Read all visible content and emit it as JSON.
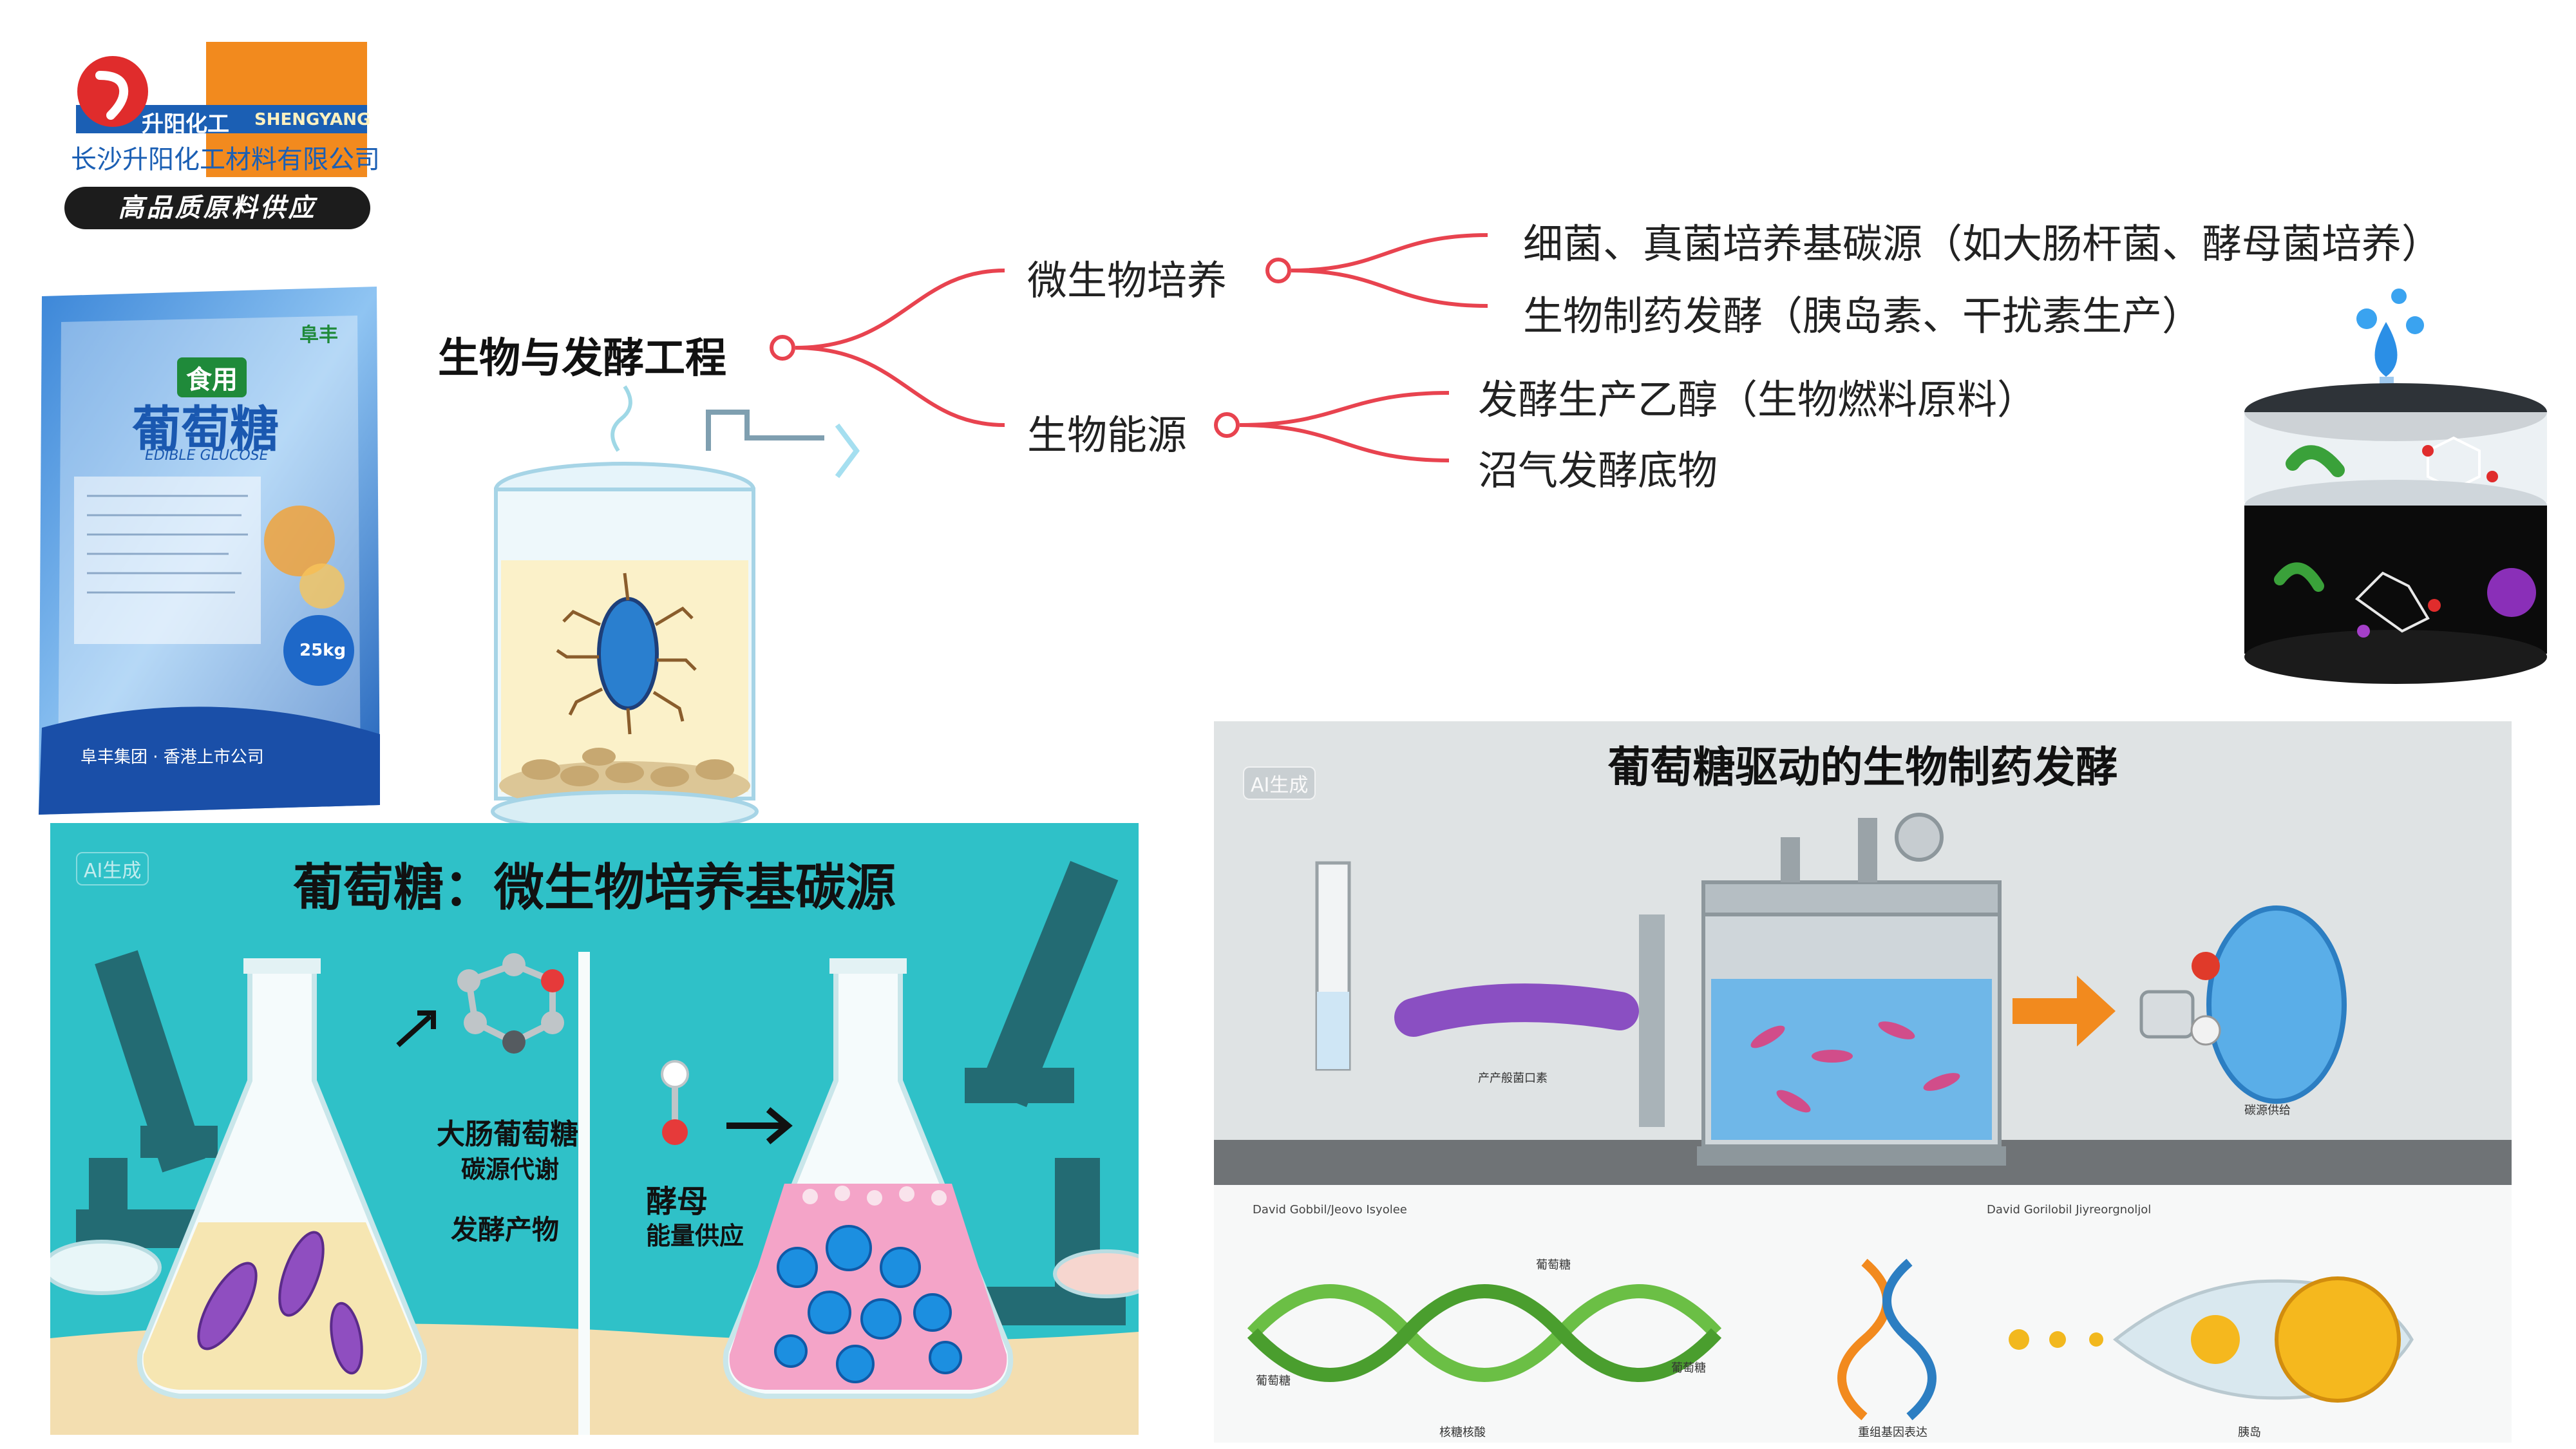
{
  "logo": {
    "brand_cn": "升阳化工",
    "brand_en": "SHENGYANG",
    "company": "长沙升阳化工材料有限公司",
    "slogan": "高品质原料供应"
  },
  "mindmap": {
    "root": "生物与发酵工程",
    "branches": [
      {
        "label": "微生物培养",
        "children": [
          "细菌、真菌培养基碳源（如大肠杆菌、酵母菌培养）",
          "生物制药发酵（胰岛素、干扰素生产）"
        ]
      },
      {
        "label": "生物能源",
        "children": [
          "发酵生产乙醇（生物燃料原料）",
          "沼气发酵底物"
        ]
      }
    ]
  },
  "package": {
    "tag": "食用",
    "name": "葡萄糖",
    "english": "EDIBLE GLUCOSE",
    "brand": "阜丰",
    "weight": "25kg",
    "footer": "阜丰集团 · 香港上市公司"
  },
  "panel_culture": {
    "title": "葡萄糖：微生物培养基碳源",
    "badge": "AI生成",
    "ecoli_name": "大肠葡萄糖",
    "ecoli_desc": "碳源代谢",
    "ecoli_product": "发酵产物",
    "yeast_name": "酵母",
    "yeast_desc": "能量供应"
  },
  "panel_pharma": {
    "title": "葡萄糖驱动的生物制药发酵",
    "badge": "AI生成",
    "bacteria_caption": "产产般菌口素",
    "output_caption": "碳源供给",
    "credit_left": "David Gobbil/Jeovo Isyolee",
    "credit_right": "David Gorilobil Jiyreorgnoljol",
    "dna_label_top": "葡萄糖",
    "dna_label_left": "葡萄糖",
    "dna_label_right": "葡萄糖",
    "dna_label_bottom": "核糖核酸",
    "gene_label": "重组基因表达",
    "cell_label": "胰岛"
  },
  "colors": {
    "mindmap_line": "#e8434f",
    "teal_bg": "#2fc1c8",
    "orange": "#f28a1e",
    "brand_red": "#e02c2c",
    "brand_blue": "#1b5fb4"
  }
}
